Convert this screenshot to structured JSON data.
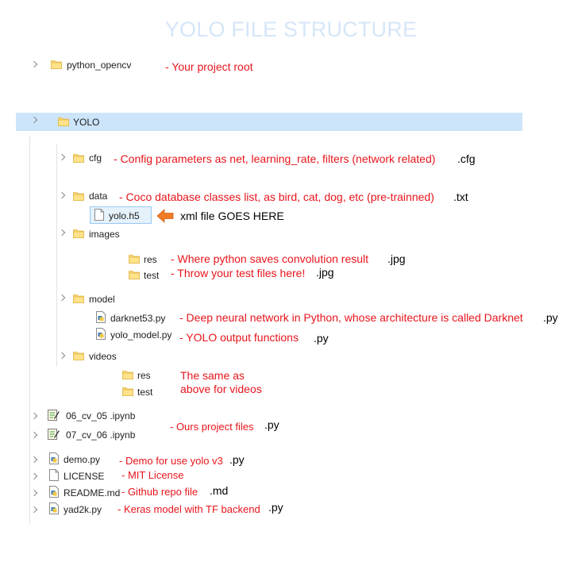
{
  "title": "YOLO FILE STRUCTURE",
  "colors": {
    "annotation": "#e8141b",
    "title": "#d6e6f8",
    "selection": "#cce5fa",
    "folder": "#f8d775",
    "arrow": "#f07c25"
  },
  "items": {
    "python_opencv": {
      "name": "python_opencv",
      "note": "- Your project root"
    },
    "yolo": {
      "name": "YOLO"
    },
    "cfg": {
      "name": "cfg",
      "note": "- Config parameters as net, learning_rate, filters (network related)",
      "ext": ".cfg"
    },
    "data": {
      "name": "data",
      "note": "- Coco database classes list, as bird, cat, dog, etc (pre-trainned)",
      "ext": ".txt"
    },
    "yolo_h5": {
      "name": "yolo.h5",
      "note": "xml file GOES HERE",
      "icon": "arrow-left-icon"
    },
    "images": {
      "name": "images"
    },
    "images_res": {
      "name": "res",
      "note": "- Where python saves convolution result",
      "ext": ".jpg"
    },
    "images_test": {
      "name": "test",
      "note": "- Throw your test files here!",
      "ext": ".jpg"
    },
    "model": {
      "name": "model"
    },
    "darknet53": {
      "name": "darknet53.py",
      "note": "- Deep neural network in Python, whose architecture is called Darknet",
      "ext": ".py"
    },
    "yolo_model": {
      "name": "yolo_model.py",
      "note": "- YOLO output functions",
      "ext": ".py"
    },
    "videos": {
      "name": "videos"
    },
    "videos_res": {
      "name": "res",
      "note_line1": "The same as",
      "note_line2": "above for videos"
    },
    "videos_test": {
      "name": "test"
    },
    "nb_05": {
      "name": "06_cv_05 .ipynb"
    },
    "nb_06": {
      "name": "07_cv_06 .ipynb",
      "note": "- Ours project files",
      "ext": ".py"
    },
    "demo": {
      "name": "demo.py",
      "note": "- Demo for use yolo v3",
      "ext": ".py"
    },
    "license": {
      "name": "LICENSE",
      "note": "- MIT License"
    },
    "readme": {
      "name": "README.md",
      "note": "- Github repo file",
      "ext": ".md"
    },
    "yad2k": {
      "name": "yad2k.py",
      "note": "- Keras model with TF backend",
      "ext": ".py"
    }
  }
}
